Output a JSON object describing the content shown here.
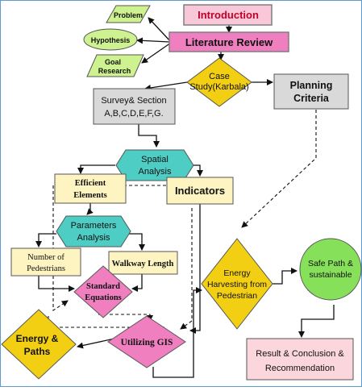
{
  "nodes": {
    "introduction": "Introduction",
    "literature_review": "Literature Review",
    "problem": "Problem",
    "hypothesis": "Hypothesis",
    "goal_research": [
      "Goal",
      "Research"
    ],
    "case_study": [
      "Case",
      "Study(Karbala)"
    ],
    "planning_criteria": [
      "Planning",
      "Criteria"
    ],
    "survey_section": [
      "Survey& Section",
      "A,B,C,D,E,F,G."
    ],
    "spatial_analysis": [
      "Spatial",
      "Analysis"
    ],
    "efficient_elements": [
      "Efficient",
      "Elements"
    ],
    "indicators": "Indicators",
    "parameters_analysis": [
      "Parameters",
      "Analysis"
    ],
    "number_of_pedestrians": [
      "Number of",
      "Pedestrians"
    ],
    "walkway_length": "Walkway Length",
    "standard_equations": [
      "Standard",
      "Equations"
    ],
    "energy_harvesting": [
      "Energy",
      "Harvesting from",
      "Pedestrian"
    ],
    "safe_path": [
      "Safe Path &",
      "sustainable"
    ],
    "energy_paths": [
      "Energy &",
      "Paths"
    ],
    "utilizing_gis": "Utilizing GIS",
    "result_conclusion": [
      "Result & Conclusion &",
      "Recommendation"
    ]
  },
  "colors": {
    "pink": "#f9c8d8",
    "magenta": "#f07fc0",
    "green": "#cef28f",
    "gold": "#f2cf12",
    "gray": "#d9d9d9",
    "teal": "#4ecdc4",
    "cream": "#fdf4c1",
    "light_pink": "#fcd6dd",
    "safe_green": "#86e05a",
    "text_red": "#c0002a"
  }
}
